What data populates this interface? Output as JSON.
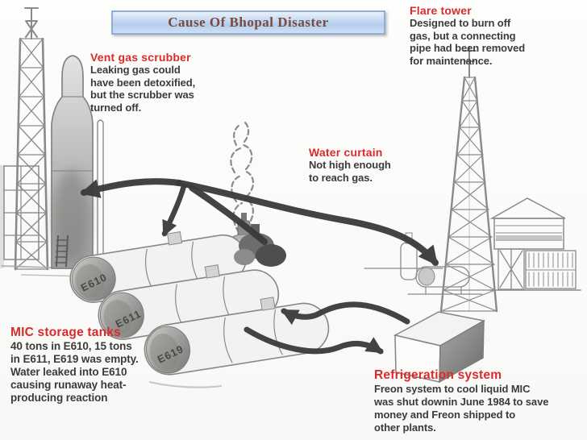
{
  "slide": {
    "title": "Cause Of Bhopal Disaster"
  },
  "annotations": {
    "flare_tower": {
      "heading": "Flare tower",
      "body": "Designed to burn off\ngas, but a connecting\npipe had been removed\nfor maintenance."
    },
    "vent_gas_scrubber": {
      "heading": "Vent gas scrubber",
      "body": "Leaking gas could\nhave been detoxified,\nbut the scrubber was\nturned off."
    },
    "water_curtain": {
      "heading": "Water curtain",
      "body": "Not high enough\nto reach gas."
    },
    "mic_storage_tanks": {
      "heading": "MIC storage tanks",
      "body": "40 tons in E610, 15 tons\nin E611, E619 was empty.\nWater leaked into E610\ncausing runaway heat-\nproducing reaction"
    },
    "refrigeration_system": {
      "heading": "Refrigeration system",
      "body": "Freon system to cool liquid MIC\nwas shut downin June 1984 to save\nmoney and Freon shipped to\nother plants."
    }
  },
  "tank_labels": [
    "E610",
    "E611",
    "E619"
  ],
  "colors": {
    "heading_red": "#d92b2b",
    "body_text": "#3b3b3b",
    "title_text": "#7b4a3c",
    "title_bg_top": "#e9f1fb",
    "title_bg_bottom": "#b3cdee",
    "title_border": "#8fadd6",
    "arrow_dark": "#3a3a3a",
    "sketch_gray": "#8a8a8a"
  }
}
